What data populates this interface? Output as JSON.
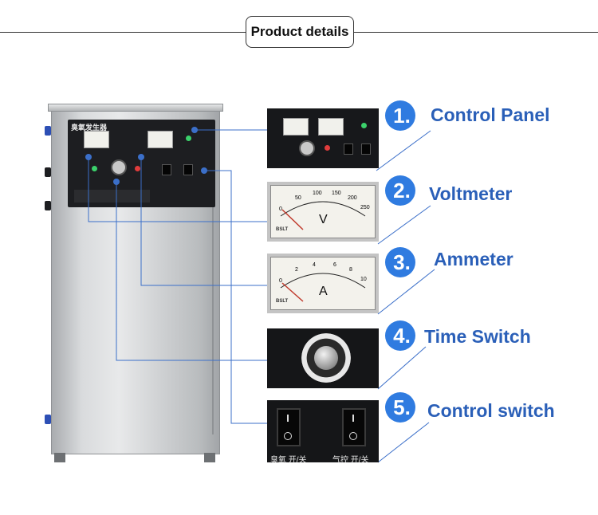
{
  "header": {
    "title": "Product details"
  },
  "machine": {
    "panel_title": "臭氧发生器",
    "colors": {
      "accent": "#2f7be0",
      "title": "#2a5fb8",
      "steel": "#cfd1d3",
      "panel": "#1d1e21"
    }
  },
  "features": [
    {
      "number": "1.",
      "title": "Control Panel"
    },
    {
      "number": "2.",
      "title": "Voltmeter"
    },
    {
      "number": "3.",
      "title": "Ammeter"
    },
    {
      "number": "4.",
      "title": "Time Switch"
    },
    {
      "number": "5.",
      "title": "Control switch"
    }
  ],
  "voltmeter": {
    "unit": "V",
    "scale": [
      "0",
      "50",
      "100",
      "150",
      "200",
      "250"
    ],
    "brand": "BSLT"
  },
  "ammeter": {
    "unit": "A",
    "scale": [
      "0",
      "2",
      "4",
      "6",
      "8",
      "10"
    ],
    "brand": "BSLT"
  },
  "switches": {
    "left_label": "臭氧 开/关",
    "right_label": "气控 开/关"
  }
}
